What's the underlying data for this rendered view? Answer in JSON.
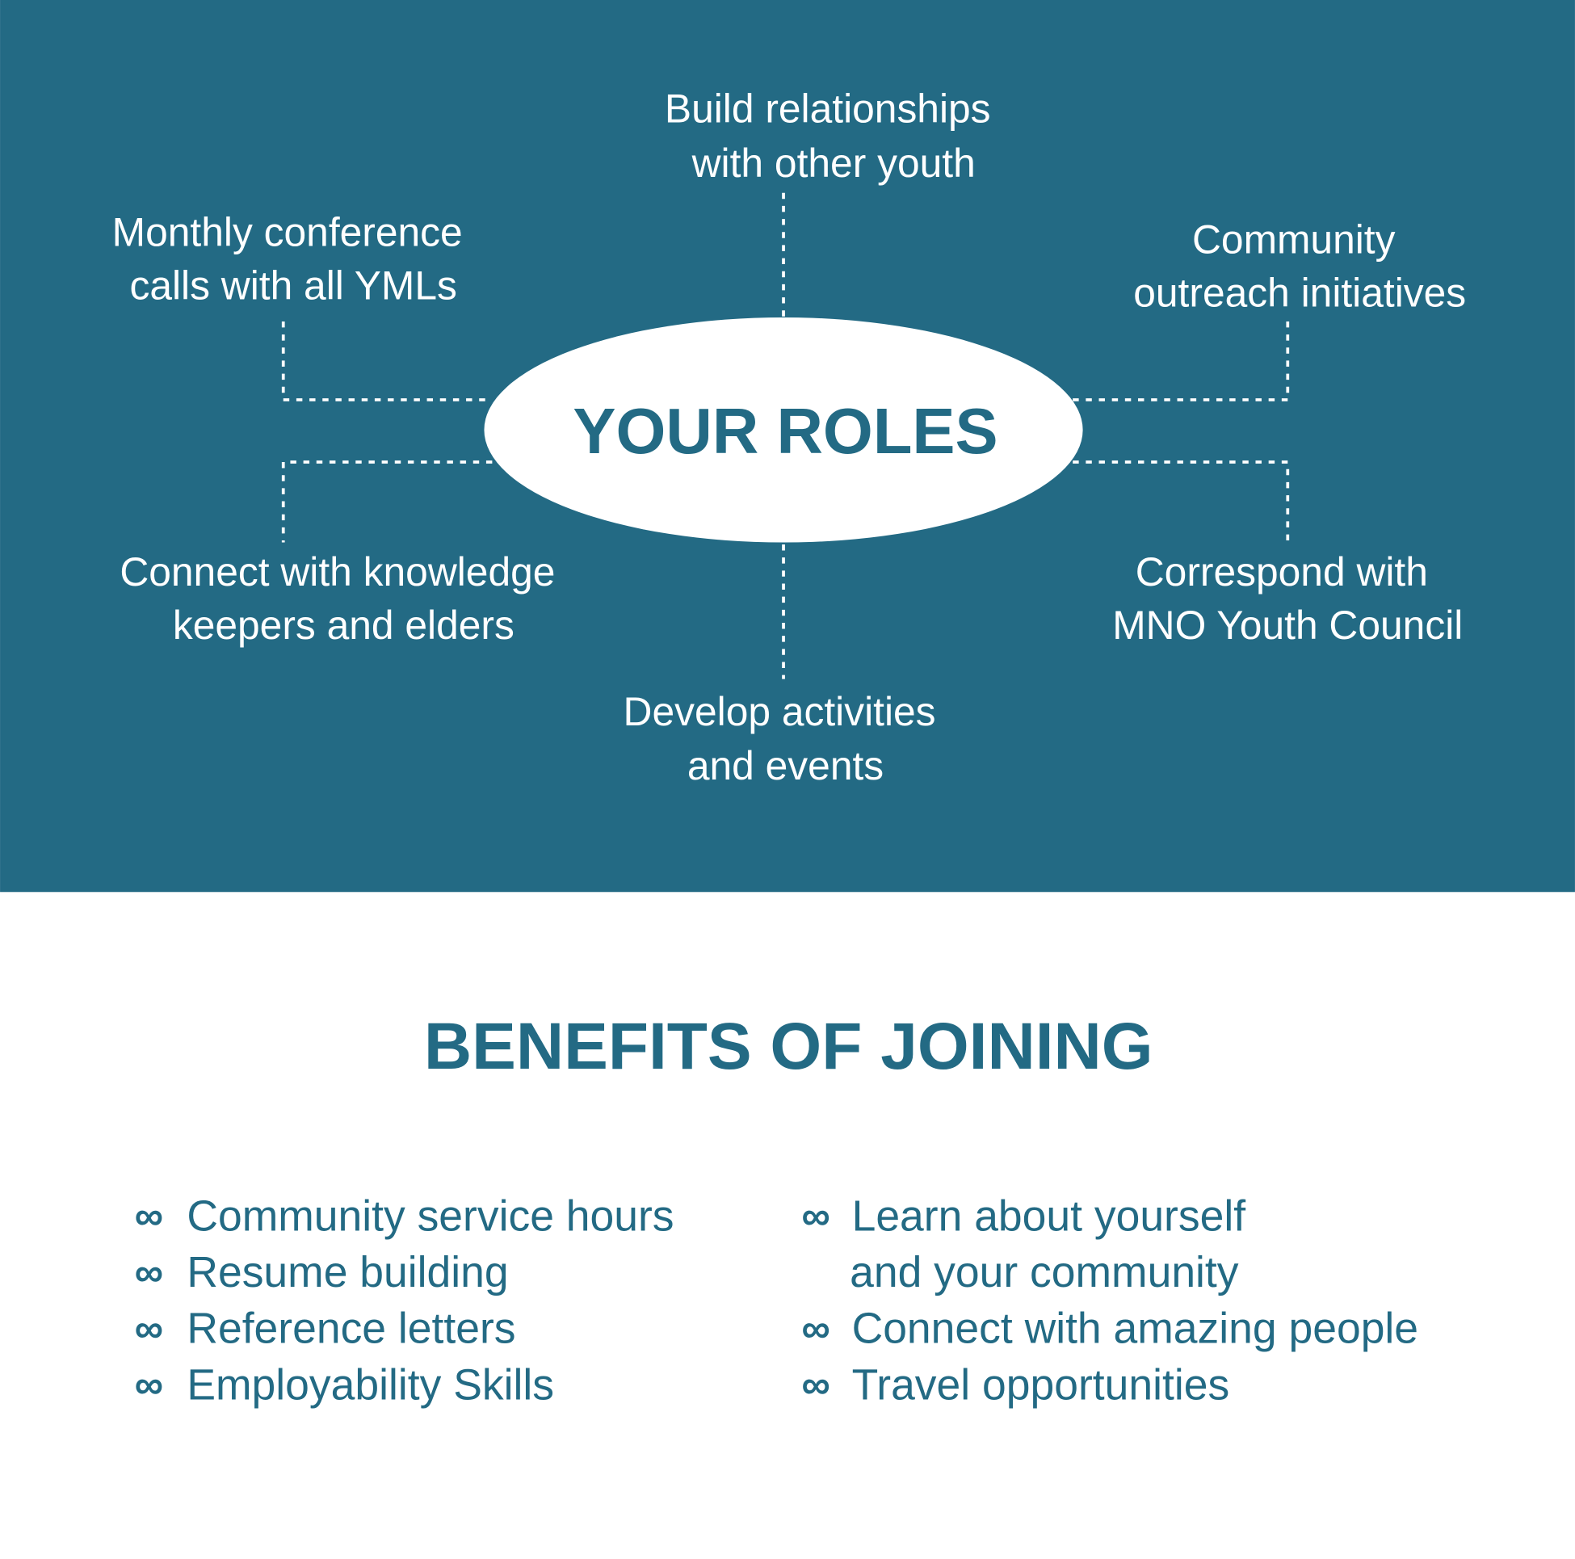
{
  "colors": {
    "teal": "#236a84",
    "white": "#ffffff"
  },
  "roles": {
    "title": "YOUR ROLES",
    "top": [
      "Build relationships",
      "with other youth"
    ],
    "top_left": [
      "Monthly conference",
      "calls with all YMLs"
    ],
    "top_right": [
      "Community",
      "outreach initiatives"
    ],
    "bottom_left": [
      "Connect with knowledge",
      "keepers and elders"
    ],
    "bottom_right": [
      "Correspond with",
      "MNO Youth Council"
    ],
    "bottom": [
      "Develop activities",
      "and events"
    ]
  },
  "benefits": {
    "title": "BENEFITS OF JOINING",
    "bullet_icon": "infinity-icon",
    "bullet": "∞",
    "left": [
      "Community service hours",
      "Resume building",
      "Reference letters",
      "Employability Skills"
    ],
    "right": [
      "Learn about yourself",
      "and your community",
      "Connect with amazing people",
      "Travel opportunities"
    ]
  }
}
